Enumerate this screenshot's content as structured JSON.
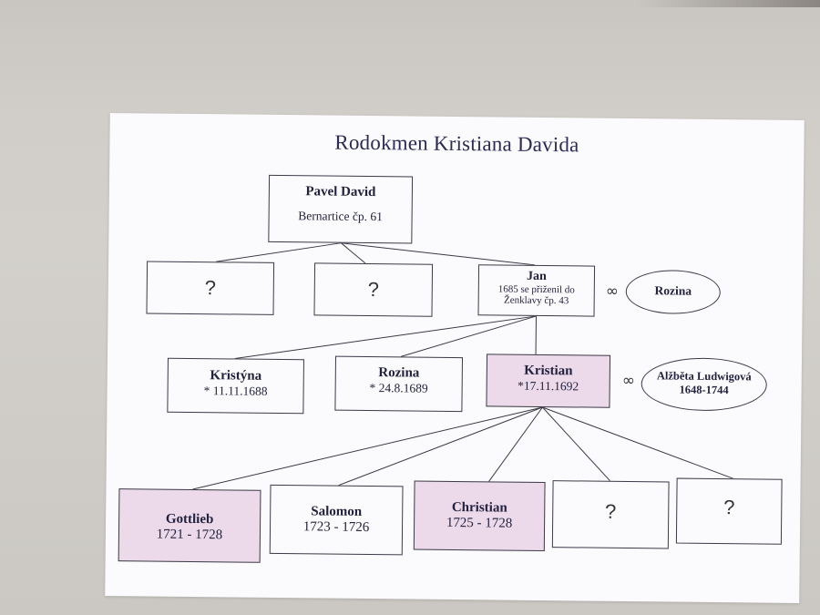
{
  "title": "Rodokmen Kristiana Davida",
  "root": {
    "name": "Pavel David",
    "place": "Bernartice čp. 61"
  },
  "gen2": [
    {
      "label": "?"
    },
    {
      "label": "?"
    },
    {
      "name": "Jan",
      "note": "1685 se přiženil do Ženklavy čp. 43",
      "spouse_symbol": "∞",
      "spouse": "Rozina"
    }
  ],
  "gen3": [
    {
      "name": "Kristýna",
      "date": "* 11.11.1688"
    },
    {
      "name": "Rozina",
      "date": "* 24.8.1689"
    },
    {
      "name": "Kristian",
      "date": "*17.11.1692",
      "spouse_symbol": "∞",
      "spouse": "Alžběta Ludwigová",
      "spouse_dates": "1648-1744"
    }
  ],
  "gen4": [
    {
      "name": "Gottlieb",
      "dates": "1721 - 1728"
    },
    {
      "name": "Salomon",
      "dates": "1723 - 1726"
    },
    {
      "name": "Christian",
      "dates": "1725 - 1728"
    },
    {
      "label": "?"
    },
    {
      "label": "?"
    }
  ],
  "colors": {
    "highlight": "#ecdaea",
    "text": "#23223e",
    "paper": "#fbfbfd"
  }
}
